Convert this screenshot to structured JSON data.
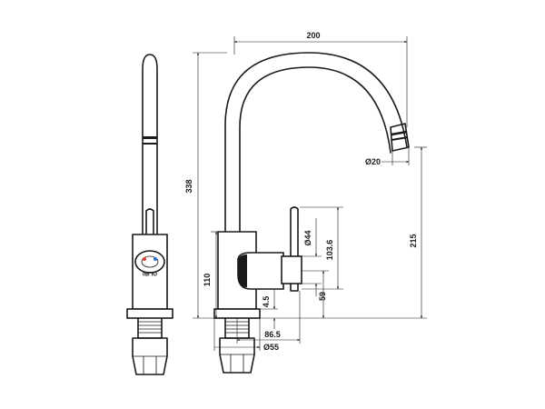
{
  "logo": {
    "text": "OLIBI"
  },
  "dimensions": {
    "total_width": "200",
    "total_height": "338",
    "spout_height": "215",
    "body_height": "110",
    "handle_diameter": "Ø44",
    "handle_height": "103.6",
    "handle_base": "59",
    "base_gap": "4.5",
    "spout_outlet_diameter": "Ø20",
    "handle_offset": "86.5",
    "base_diameter": "Ø55"
  },
  "colors": {
    "line": "#1a1a1a",
    "background": "#ffffff",
    "hot_mark": "#d9402b",
    "cold_mark": "#2b6fd9"
  }
}
